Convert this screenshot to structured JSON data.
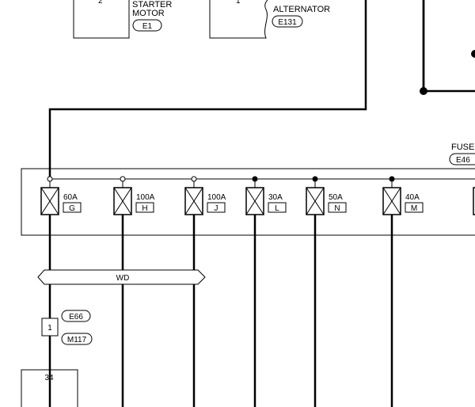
{
  "components": {
    "starter": {
      "pin": "2",
      "name_line1": "STARTER",
      "name_line2": "MOTOR",
      "connector": "E1"
    },
    "alternator": {
      "pin": "1",
      "name": "ALTERNATOR",
      "connector": "E131"
    },
    "fuse_block": {
      "name": "FUSE",
      "connector": "E46"
    },
    "lower_module": {
      "pin": "34"
    }
  },
  "fuses": [
    {
      "amps": "60A",
      "letter": "G",
      "junction": "open"
    },
    {
      "amps": "100A",
      "letter": "H",
      "junction": "open"
    },
    {
      "amps": "100A",
      "letter": "J",
      "junction": "open"
    },
    {
      "amps": "30A",
      "letter": "L",
      "junction": "dot"
    },
    {
      "amps": "50A",
      "letter": "N",
      "junction": "dot"
    },
    {
      "amps": "40A",
      "letter": "M",
      "junction": "dot"
    }
  ],
  "harness": {
    "label": "WD"
  },
  "connector_joint": {
    "pin": "1",
    "top": "E66",
    "bottom": "M117"
  }
}
